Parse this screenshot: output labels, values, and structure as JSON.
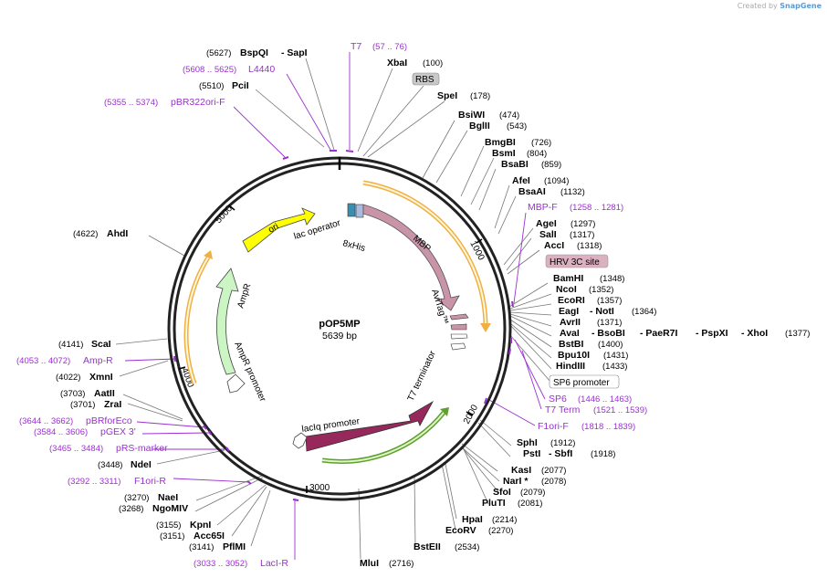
{
  "watermark": {
    "prefix": "Created by",
    "brand": "SnapGene"
  },
  "plasmid": {
    "name": "pOP5MP",
    "length": "5639 bp"
  },
  "colors": {
    "primer": "#9b30d1",
    "mbp": "#c994a8",
    "laci": "#97285c",
    "ampr": "#ccf5c4",
    "ori": "#ffff00",
    "orf_outline": "#f0b040"
  },
  "ticks": {
    "t1000": "1000",
    "t2000": "2000",
    "t3000": "3000",
    "t4000": "4000",
    "t5000": "5000"
  },
  "features": {
    "ori": "ori",
    "lac_operator": "lac operator",
    "his": "8xHis",
    "mbp": "MBP",
    "avitag": "AviTag™",
    "t7term": "T7 terminator",
    "laciq": "lacIq promoter",
    "laci": "lacI",
    "ampr": "AmpR",
    "ampr_promoter": "AmpR promoter"
  },
  "sites": {
    "bspqi_pos": "(5627)",
    "bspqi": "BspQI",
    "sapi": "- SapI",
    "xbai": "XbaI",
    "xbai_pos": "(100)",
    "l4440_pos": "(5608 .. 5625)",
    "l4440": "L4440",
    "pcii_pos": "(5510)",
    "pcii": "PciI",
    "rbs": "RBS",
    "spei": "SpeI",
    "spei_pos": "(178)",
    "pbr_pos": "(5355 .. 5374)",
    "pbr": "pBR322ori-F",
    "bsiwi": "BsiWI",
    "bsiwi_pos": "(474)",
    "bglii": "BglII",
    "bglii_pos": "(543)",
    "bmgbi": "BmgBI",
    "bmgbi_pos": "(726)",
    "bsmi": "BsmI",
    "bsmi_pos": "(804)",
    "bsabi": "BsaBI",
    "bsabi_pos": "(859)",
    "afei": "AfeI",
    "afei_pos": "(1094)",
    "bsaai": "BsaAI",
    "bsaai_pos": "(1132)",
    "mbpf": "MBP-F",
    "mbpf_pos": "(1258 .. 1281)",
    "agei": "AgeI",
    "agei_pos": "(1297)",
    "sali": "SalI",
    "sali_pos": "(1317)",
    "acci": "AccI",
    "acci_pos": "(1318)",
    "ahdi_pos": "(4622)",
    "ahdi": "AhdI",
    "hrv": "HRV 3C site",
    "bamhi": "BamHI",
    "bamhi_pos": "(1348)",
    "ncoi": "NcoI",
    "ncoi_pos": "(1352)",
    "ecori": "EcoRI",
    "ecori_pos": "(1357)",
    "eagi": "EagI",
    "noti": "- NotI",
    "eagi_pos": "(1364)",
    "avrii": "AvrII",
    "avrii_pos": "(1371)",
    "avai": "AvaI",
    "bsobi": "- BsoBI",
    "paer7i": "- PaeR7I",
    "pspxi": "- PspXI",
    "xhoi": "- XhoI",
    "xhoi_pos": "(1377)",
    "bstbi": "BstBI",
    "bstbi_pos": "(1400)",
    "bpu10i": "Bpu10I",
    "bpu10i_pos": "(1431)",
    "hindiii": "HindIII",
    "hindiii_pos": "(1433)",
    "scai_pos": "(4141)",
    "scai": "ScaI",
    "ampr_pos": "(4053 .. 4072)",
    "ampr": "Amp-R",
    "xmni_pos": "(4022)",
    "xmni": "XmnI",
    "sp6prom": "SP6 promoter",
    "sp6": "SP6",
    "sp6_pos": "(1446 .. 1463)",
    "t7term": "T7 Term",
    "t7term_pos": "(1521 .. 1539)",
    "aatii_pos": "(3703)",
    "aatii": "AatII",
    "zrai_pos": "(3701)",
    "zrai": "ZraI",
    "pbrfor_pos": "(3644 .. 3662)",
    "pbrfor": "pBRforEco",
    "pgex_pos": "(3584 .. 3606)",
    "pgex": "pGEX 3'",
    "f1orif": "F1ori-F",
    "f1orif_pos": "(1818 .. 1839)",
    "sphi": "SphI",
    "sphi_pos": "(1912)",
    "psti": "PstI",
    "sbfi": "- SbfI",
    "psti_pos": "(1918)",
    "prs_pos": "(3465 .. 3484)",
    "prs": "pRS-marker",
    "ndei_pos": "(3448)",
    "ndei": "NdeI",
    "kasi": "KasI",
    "kasi_pos": "(2077)",
    "nari": "NarI *",
    "nari_pos": "(2078)",
    "sfoi": "SfoI",
    "sfoi_pos": "(2079)",
    "pluti": "PluTI",
    "pluti_pos": "(2081)",
    "f1orir_pos": "(3292 .. 3311)",
    "f1orir": "F1ori-R",
    "naei_pos": "(3270)",
    "naei": "NaeI",
    "ngomiv_pos": "(3268)",
    "ngomiv": "NgoMIV",
    "hpai": "HpaI",
    "hpai_pos": "(2214)",
    "ecorv": "EcoRV",
    "ecorv_pos": "(2270)",
    "kpni_pos": "(3155)",
    "kpni": "KpnI",
    "acc65i_pos": "(3151)",
    "acc65i": "Acc65I",
    "pflmi_pos": "(3141)",
    "pflmi": "PflMI",
    "bsteii": "BstEII",
    "bsteii_pos": "(2534)",
    "laciR_pos": "(3033 .. 3052)",
    "laciR": "LacI-R",
    "mlui": "MluI",
    "mlui_pos": "(2716)",
    "t7": "T7",
    "t7_pos": "(57 .. 76)"
  }
}
